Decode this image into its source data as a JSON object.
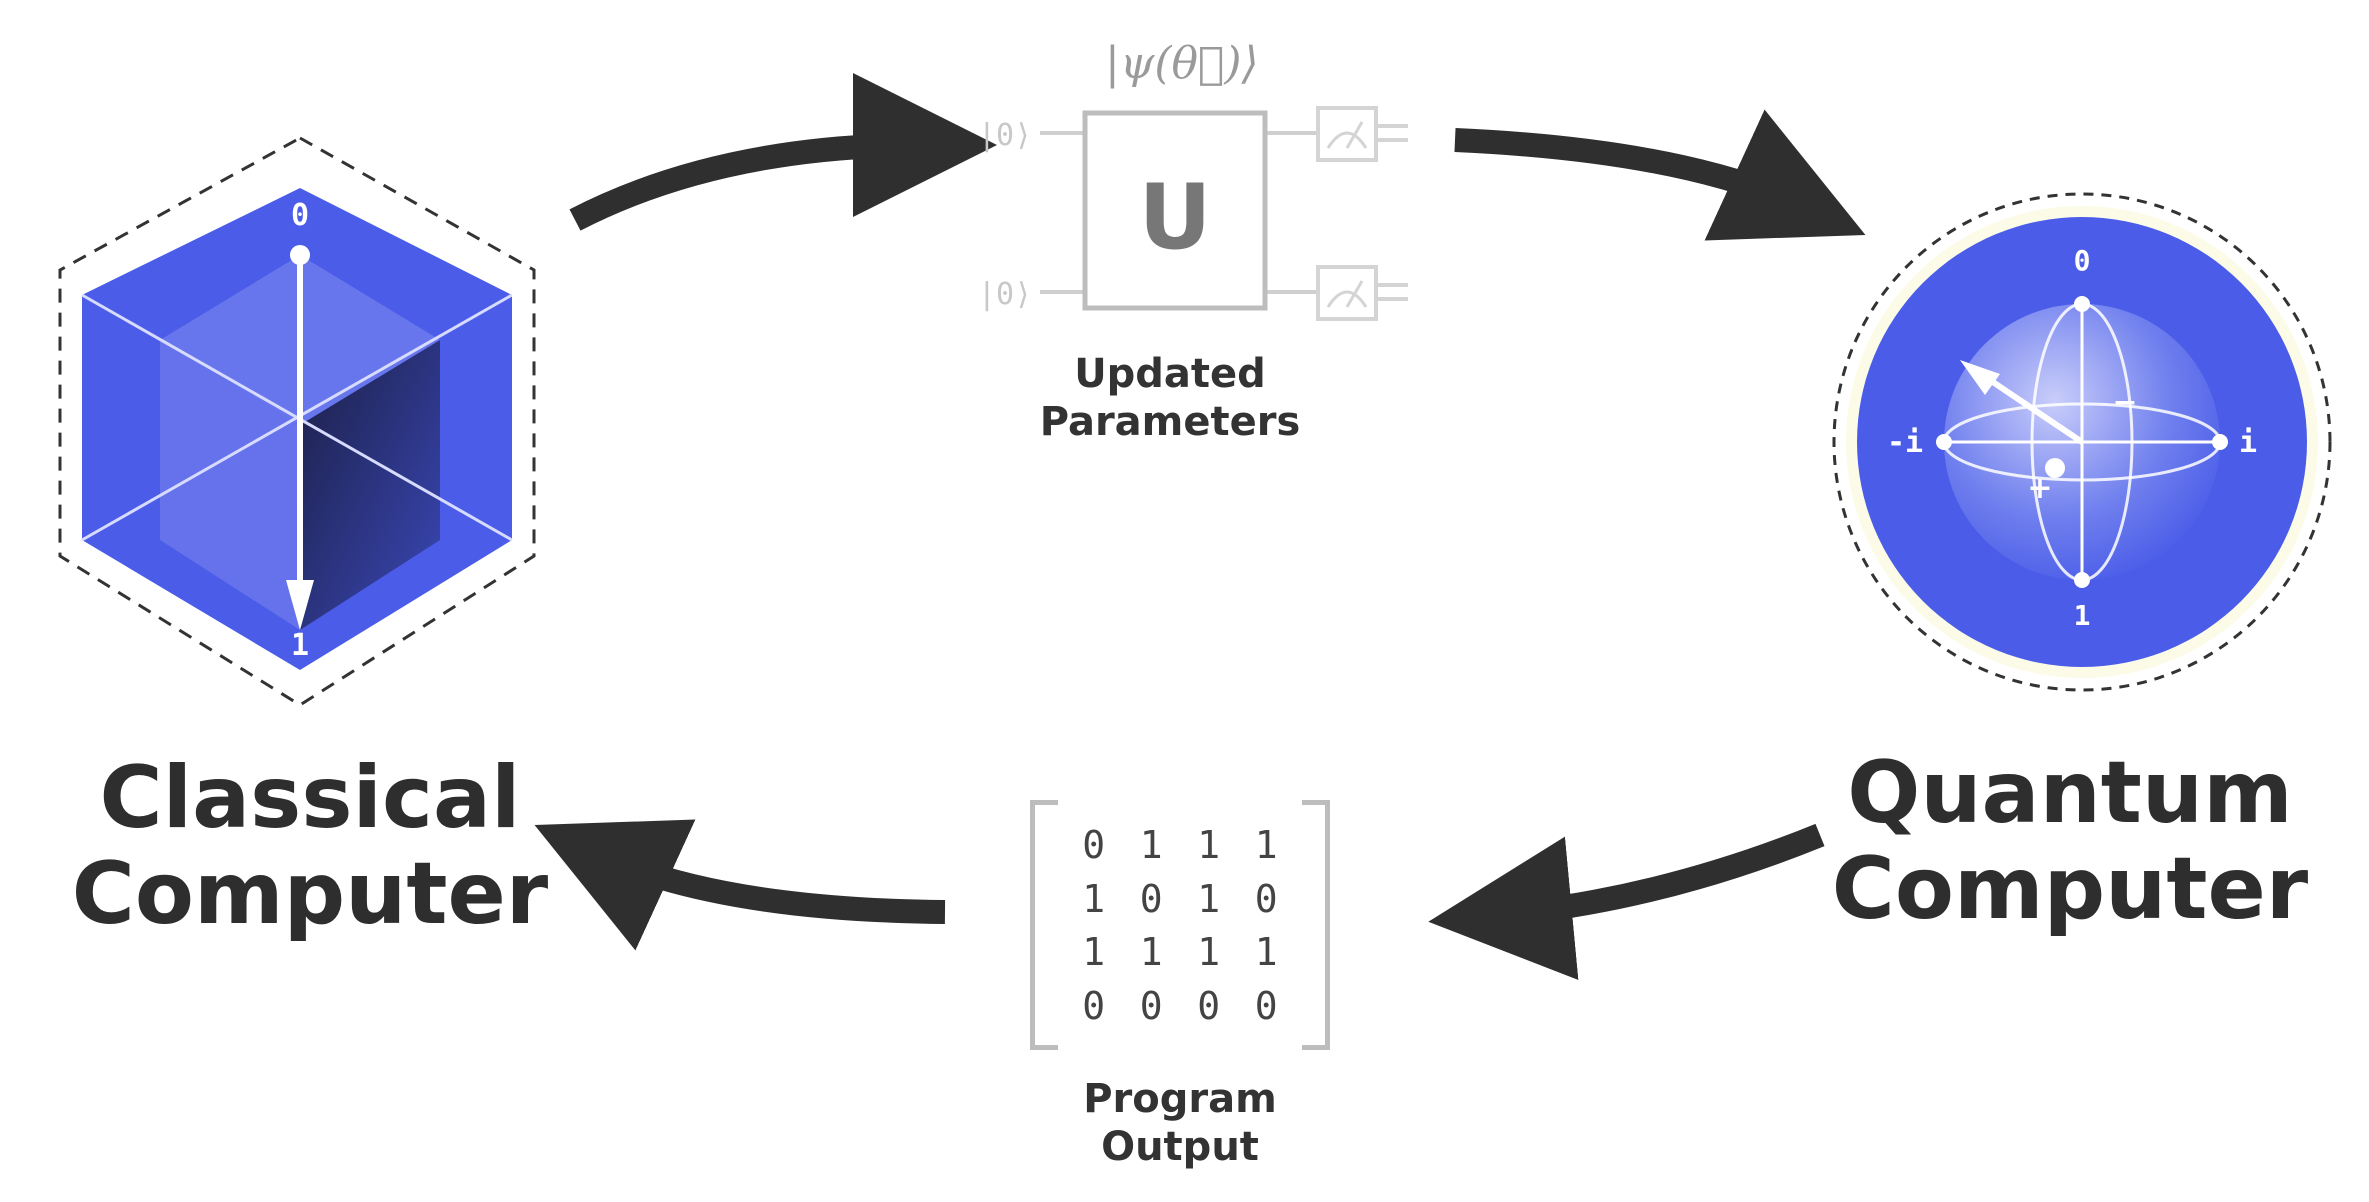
{
  "classical": {
    "line1": "Classical",
    "line2": "Computer",
    "top_state": "0",
    "bottom_state": "1"
  },
  "quantum": {
    "line1": "Quantum",
    "line2": "Computer",
    "top": "0",
    "bottom": "1",
    "left": "-i",
    "right": "i",
    "plus": "+",
    "minus": "−"
  },
  "circuit": {
    "psi_label": "|ψ(θ⃗)⟩",
    "input_top": "|0⟩",
    "input_bottom": "|0⟩",
    "gate": "U",
    "caption_line1": "Updated",
    "caption_line2": "Parameters"
  },
  "output": {
    "matrix": [
      [
        "0",
        "1",
        "1",
        "1"
      ],
      [
        "1",
        "0",
        "1",
        "0"
      ],
      [
        "1",
        "1",
        "1",
        "1"
      ],
      [
        "0",
        "0",
        "0",
        "0"
      ]
    ],
    "caption_line1": "Program",
    "caption_line2": "Output"
  },
  "colors": {
    "blue": "#4a5ce8",
    "dark": "#2f2f2f",
    "gray": "#bdbdbd"
  }
}
